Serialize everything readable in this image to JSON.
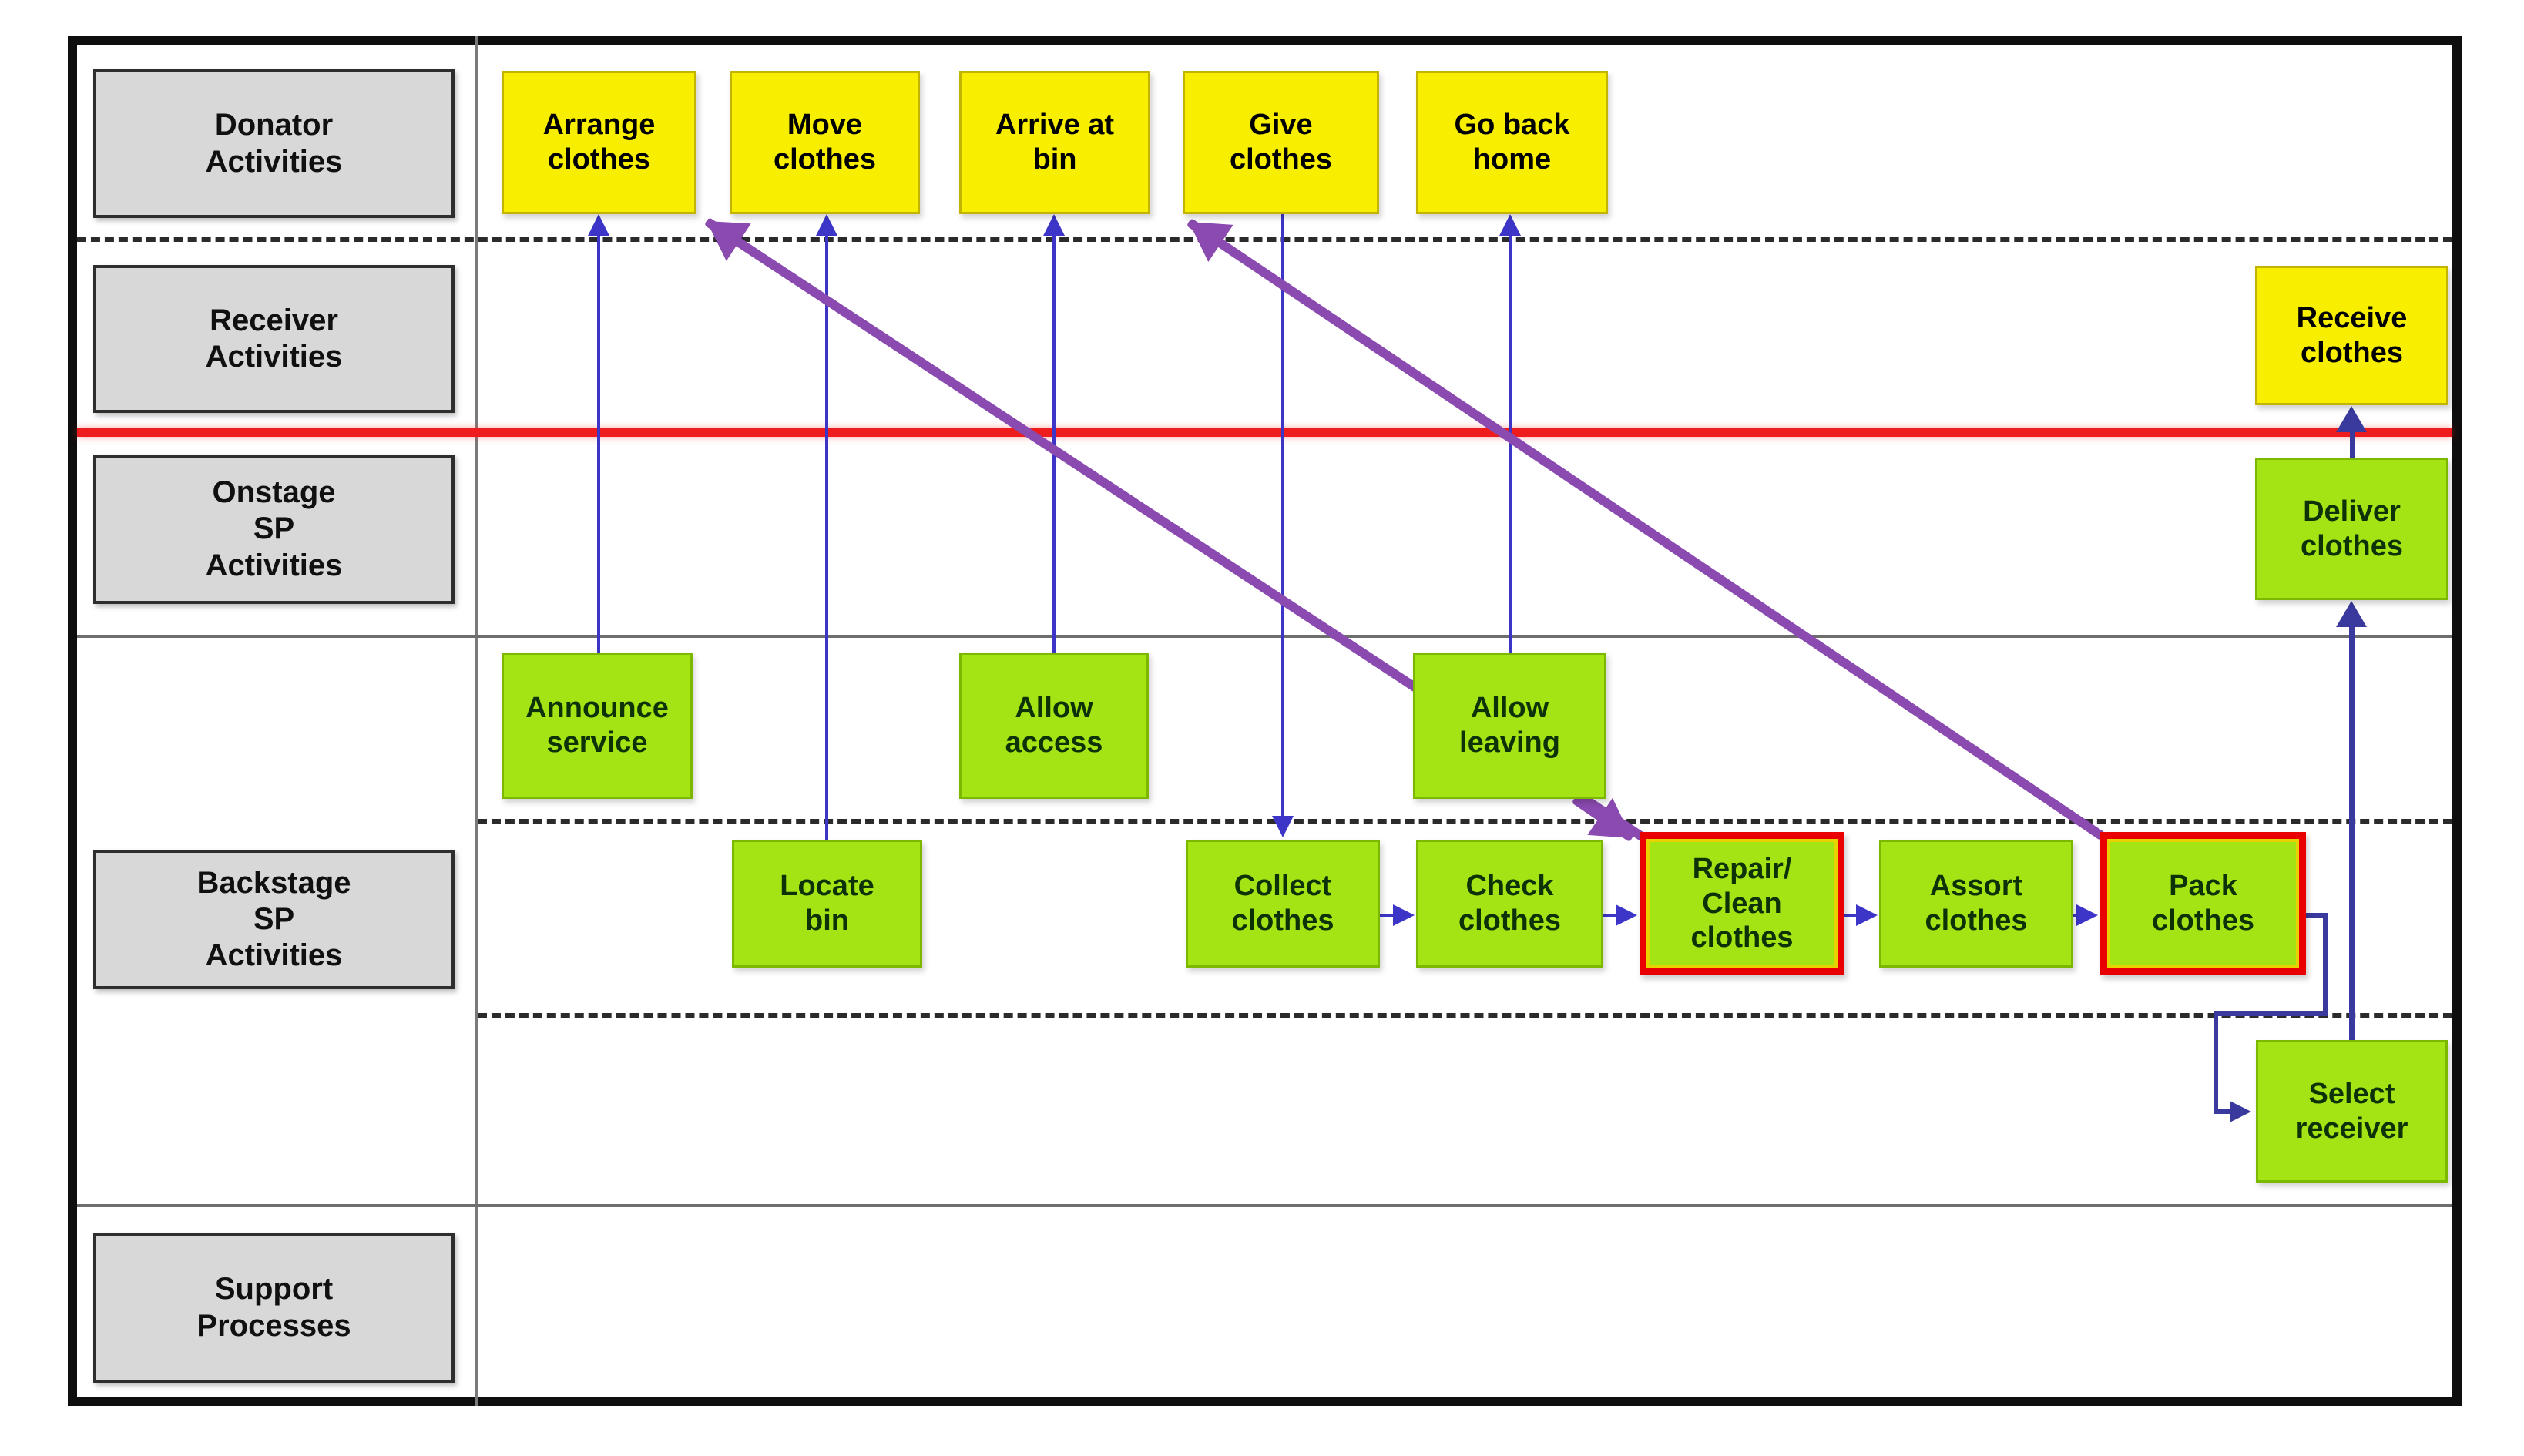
{
  "rows": {
    "donator": "Donator\nActivities",
    "receiver": "Receiver\nActivities",
    "onstage": "Onstage\nSP\nActivities",
    "backstage": "Backstage\nSP\nActivities",
    "support": "Support\nProcesses"
  },
  "activities": {
    "arrange": "Arrange\nclothes",
    "move": "Move\nclothes",
    "arrive": "Arrive at\nbin",
    "give": "Give\nclothes",
    "goback": "Go back\nhome",
    "receive": "Receive\nclothes",
    "deliver": "Deliver\nclothes",
    "announce": "Announce\nservice",
    "allow_access": "Allow\naccess",
    "allow_leaving": "Allow\nleaving",
    "locate": "Locate\nbin",
    "collect": "Collect\nclothes",
    "check": "Check\nclothes",
    "repair": "Repair/\nClean\nclothes",
    "assort": "Assort\nclothes",
    "pack": "Pack\nclothes",
    "select": "Select\nreceiver"
  },
  "colors": {
    "customer_box": "#f8ef00",
    "provider_box": "#a5e414",
    "highlight_border": "#e90000",
    "row_label_box": "#d8d8d8",
    "interaction_line": "#ee1c1c",
    "flow_arrow": "#3d35c8",
    "connector": "#3a3a9e",
    "feedback_arrow": "#8a4ab0"
  }
}
